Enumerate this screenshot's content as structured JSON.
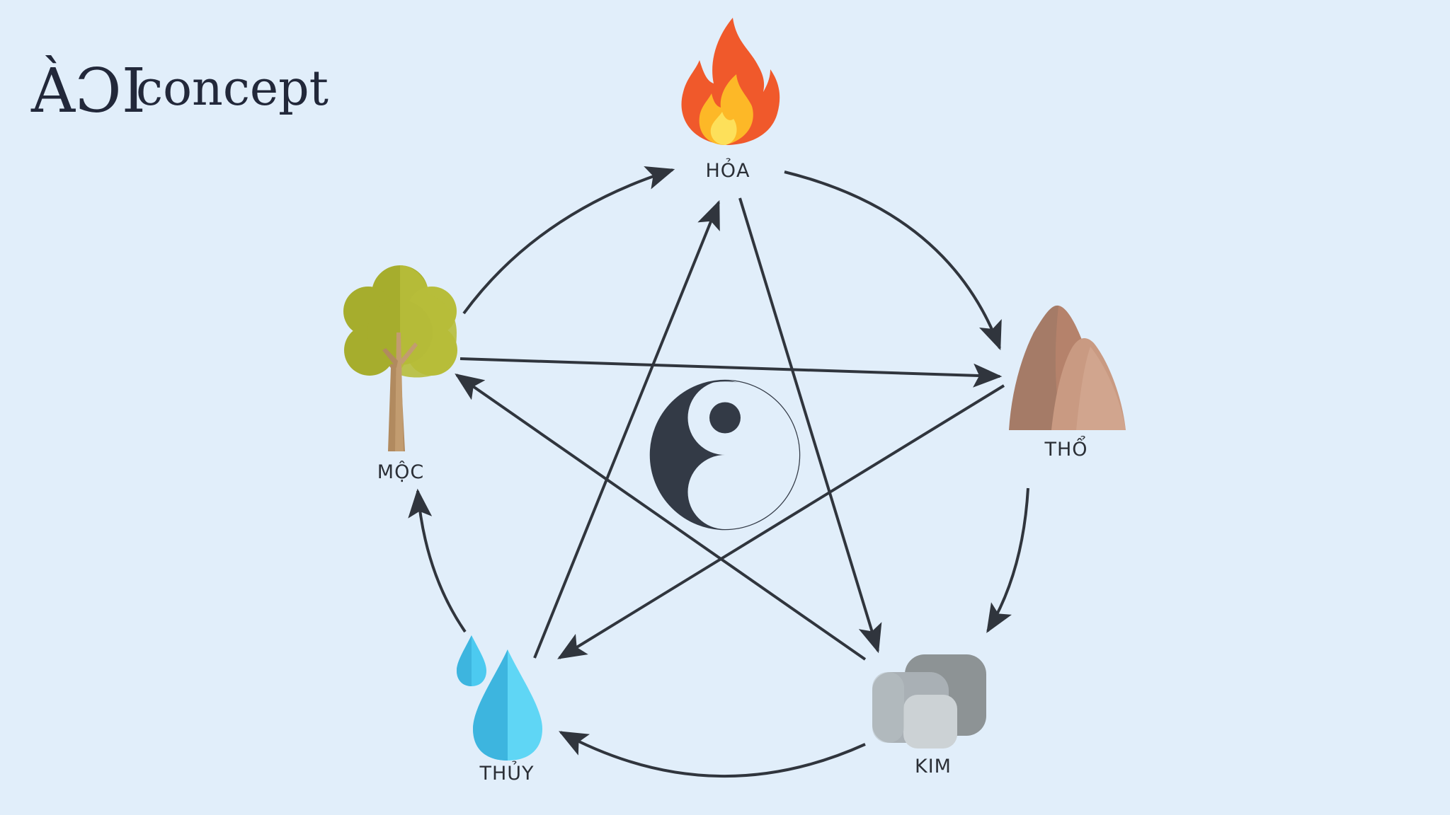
{
  "brand": {
    "mark": "ÀƆI",
    "word": "concept"
  },
  "elements": {
    "fire": "HỎA",
    "earth": "THỔ",
    "metal": "KIM",
    "water": "THỦY",
    "wood": "MỘC"
  },
  "colors": {
    "background": "#e1eefa",
    "arrow": "#30353d",
    "fire_outer": "#f0592b",
    "fire_inner": "#fdb827",
    "wood_leaf": "#a6ad2d",
    "wood_trunk": "#b18a5f",
    "earth": "#b5826b",
    "metal": "#9ea5aa",
    "water": "#4ccaf0",
    "yinyang_dark": "#333a46"
  },
  "icons": [
    "fire-icon",
    "mountain-icon",
    "stones-icon",
    "water-drop-icon",
    "tree-icon",
    "yin-yang-icon"
  ]
}
